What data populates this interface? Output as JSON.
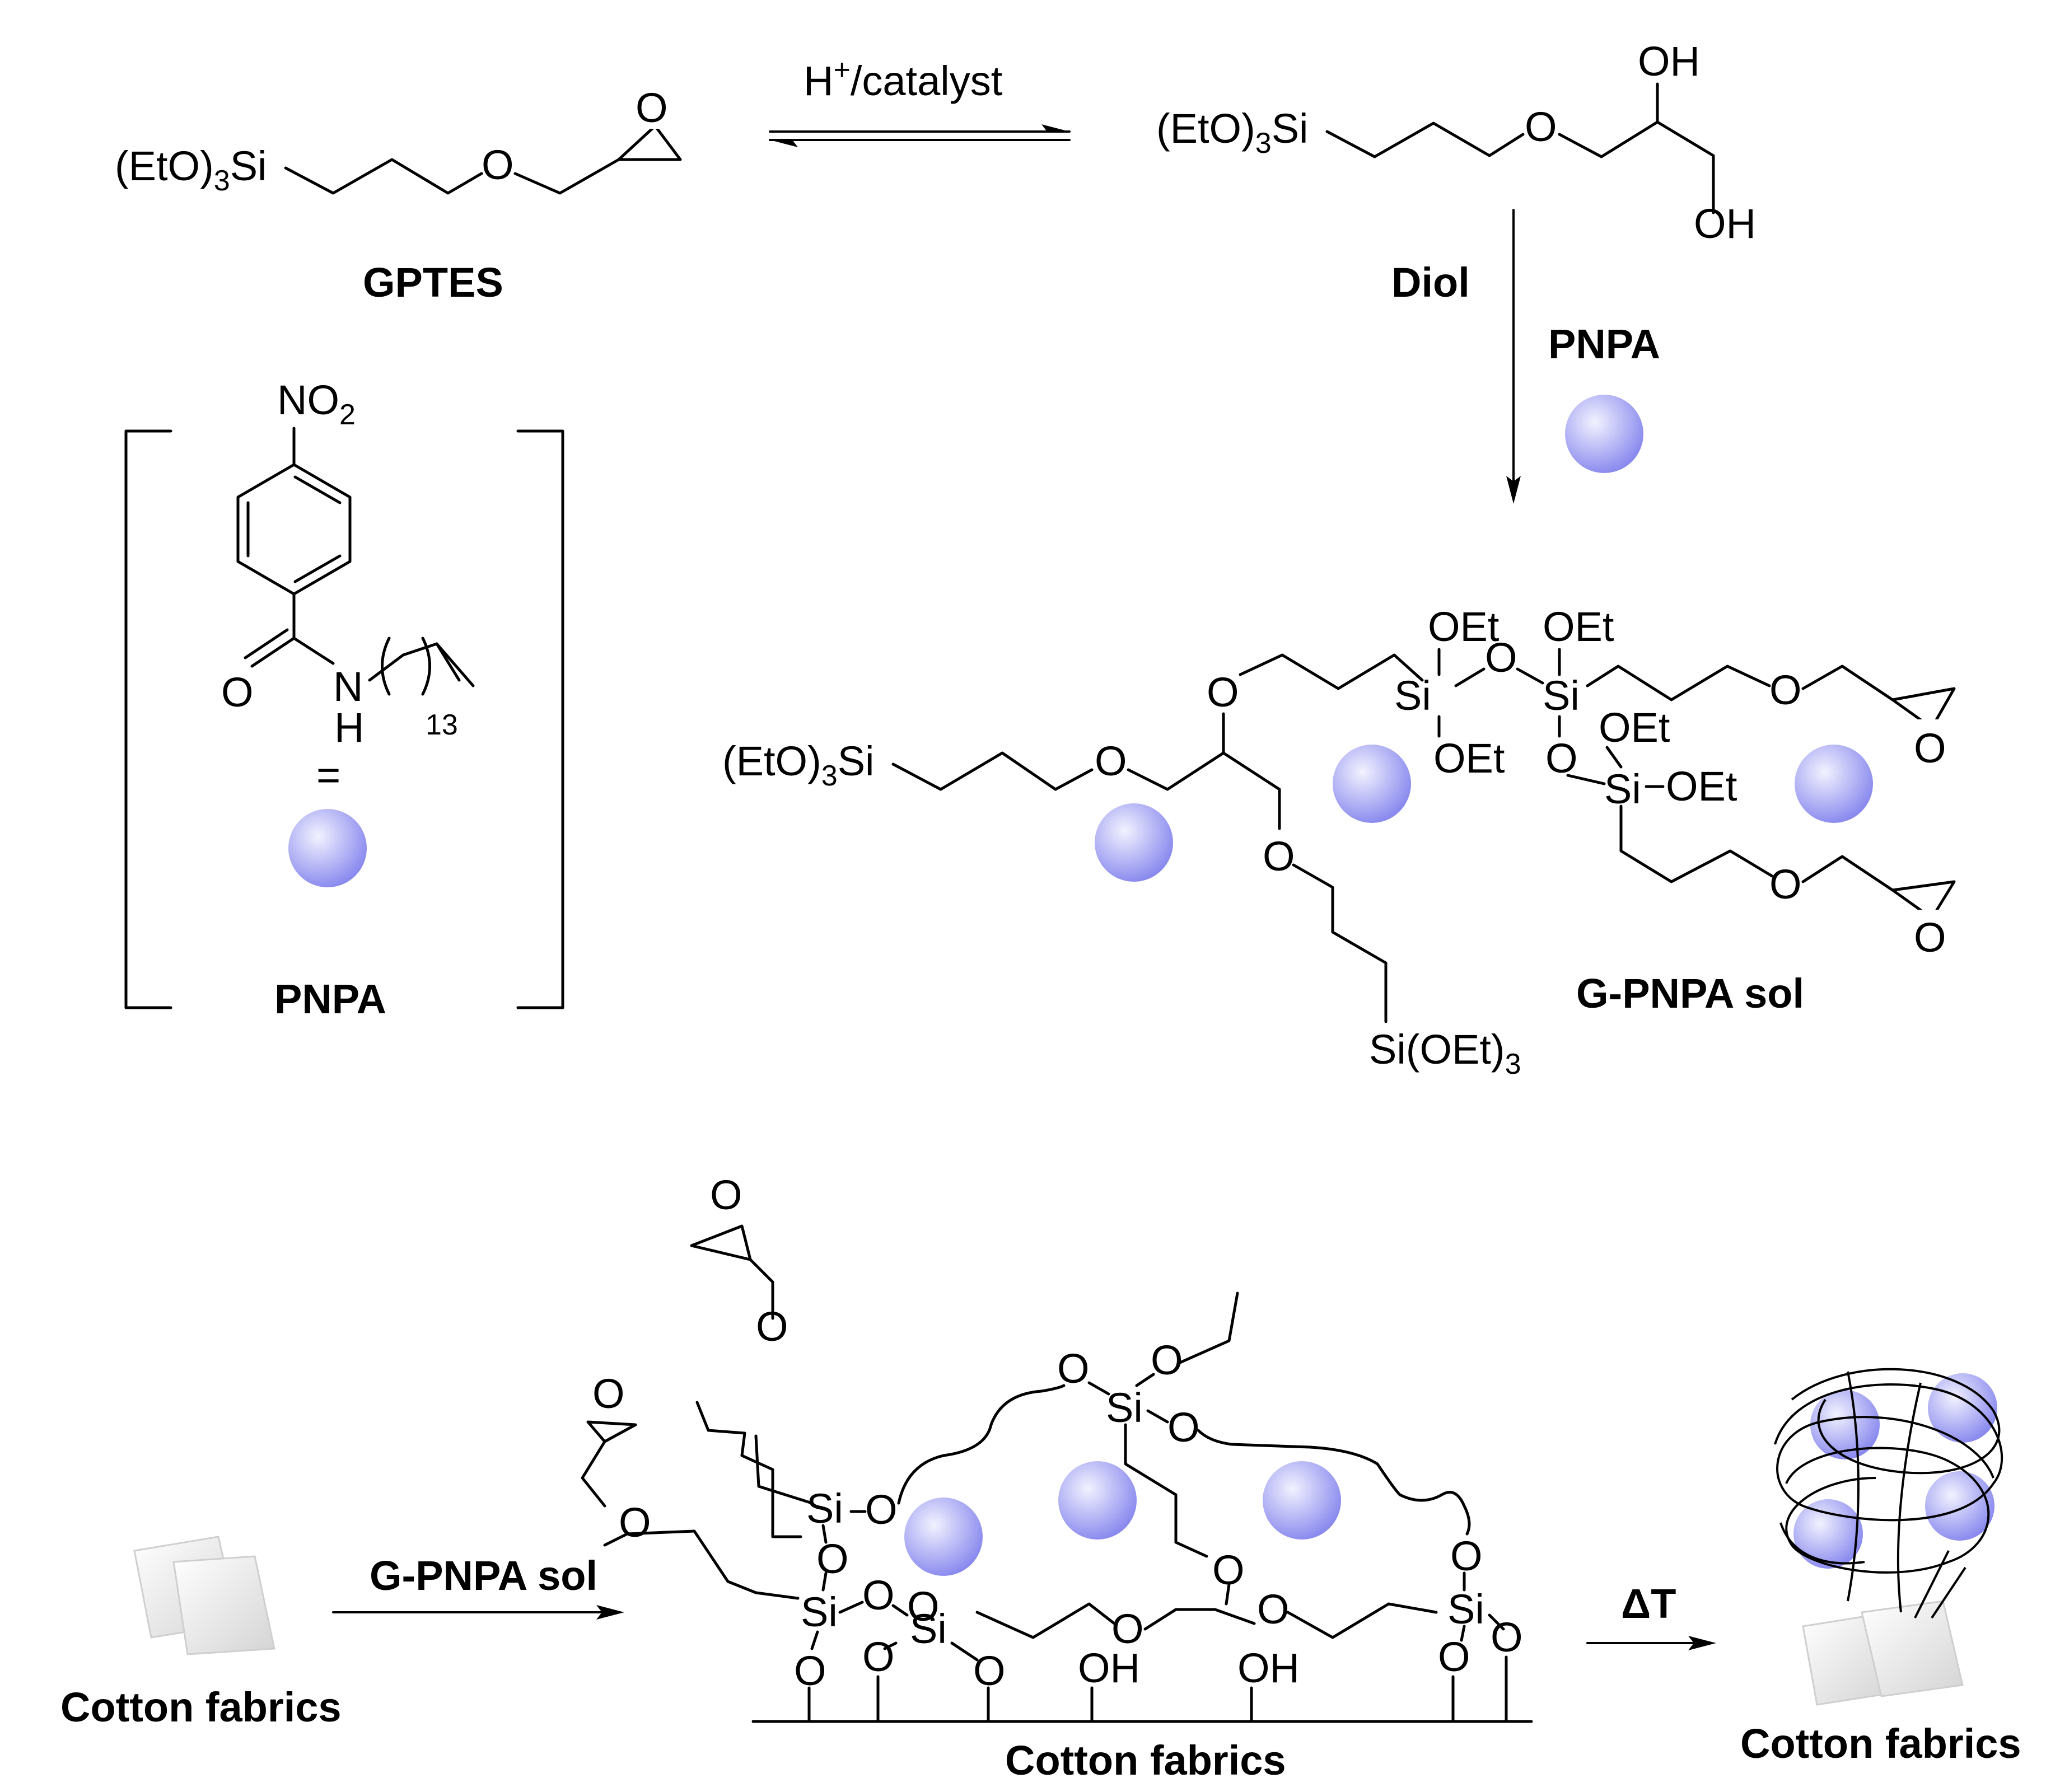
{
  "title": "",
  "reaction1": {
    "reagent": "H+/catalyst"
  },
  "reaction2": {
    "reagent": "PNPA"
  },
  "reaction3": {
    "reagent": "G-PNPA sol"
  },
  "reaction4": {
    "reagent": "ΔT"
  },
  "compounds": {
    "gptes": {
      "name": "GPTES",
      "formula_label": "(EtO)3Si"
    },
    "diol": {
      "name": "Diol",
      "formula_label": "(EtO)3Si",
      "groups": [
        "OH",
        "OH"
      ]
    },
    "pnpa": {
      "name": "PNPA",
      "nitro": "NO2",
      "carbonyl": "O",
      "amine_n": "N",
      "amine_h": "H",
      "chain_count": "13",
      "equals": "="
    },
    "sol": {
      "name": "G-PNPA sol",
      "left_label": "(EtO)3Si",
      "bottom_label": "Si(OEt)3",
      "ethoxy": "OEt",
      "silicon": "Si",
      "oxygen": "O"
    }
  },
  "fabric": {
    "left_label": "Cotton fabrics",
    "surface_label": "Cotton fabrics",
    "right_label": "Cotton fabrics",
    "surface_groups": [
      "OH",
      "OH"
    ]
  },
  "colors": {
    "particle_light": "#eeeeff",
    "particle_dark": "#8a8af0",
    "line": "#000000"
  },
  "icons": [
    "particle-sphere",
    "cotton-fabric",
    "equilibrium-arrow",
    "reaction-arrow",
    "epoxide-ring",
    "benzene-ring"
  ]
}
